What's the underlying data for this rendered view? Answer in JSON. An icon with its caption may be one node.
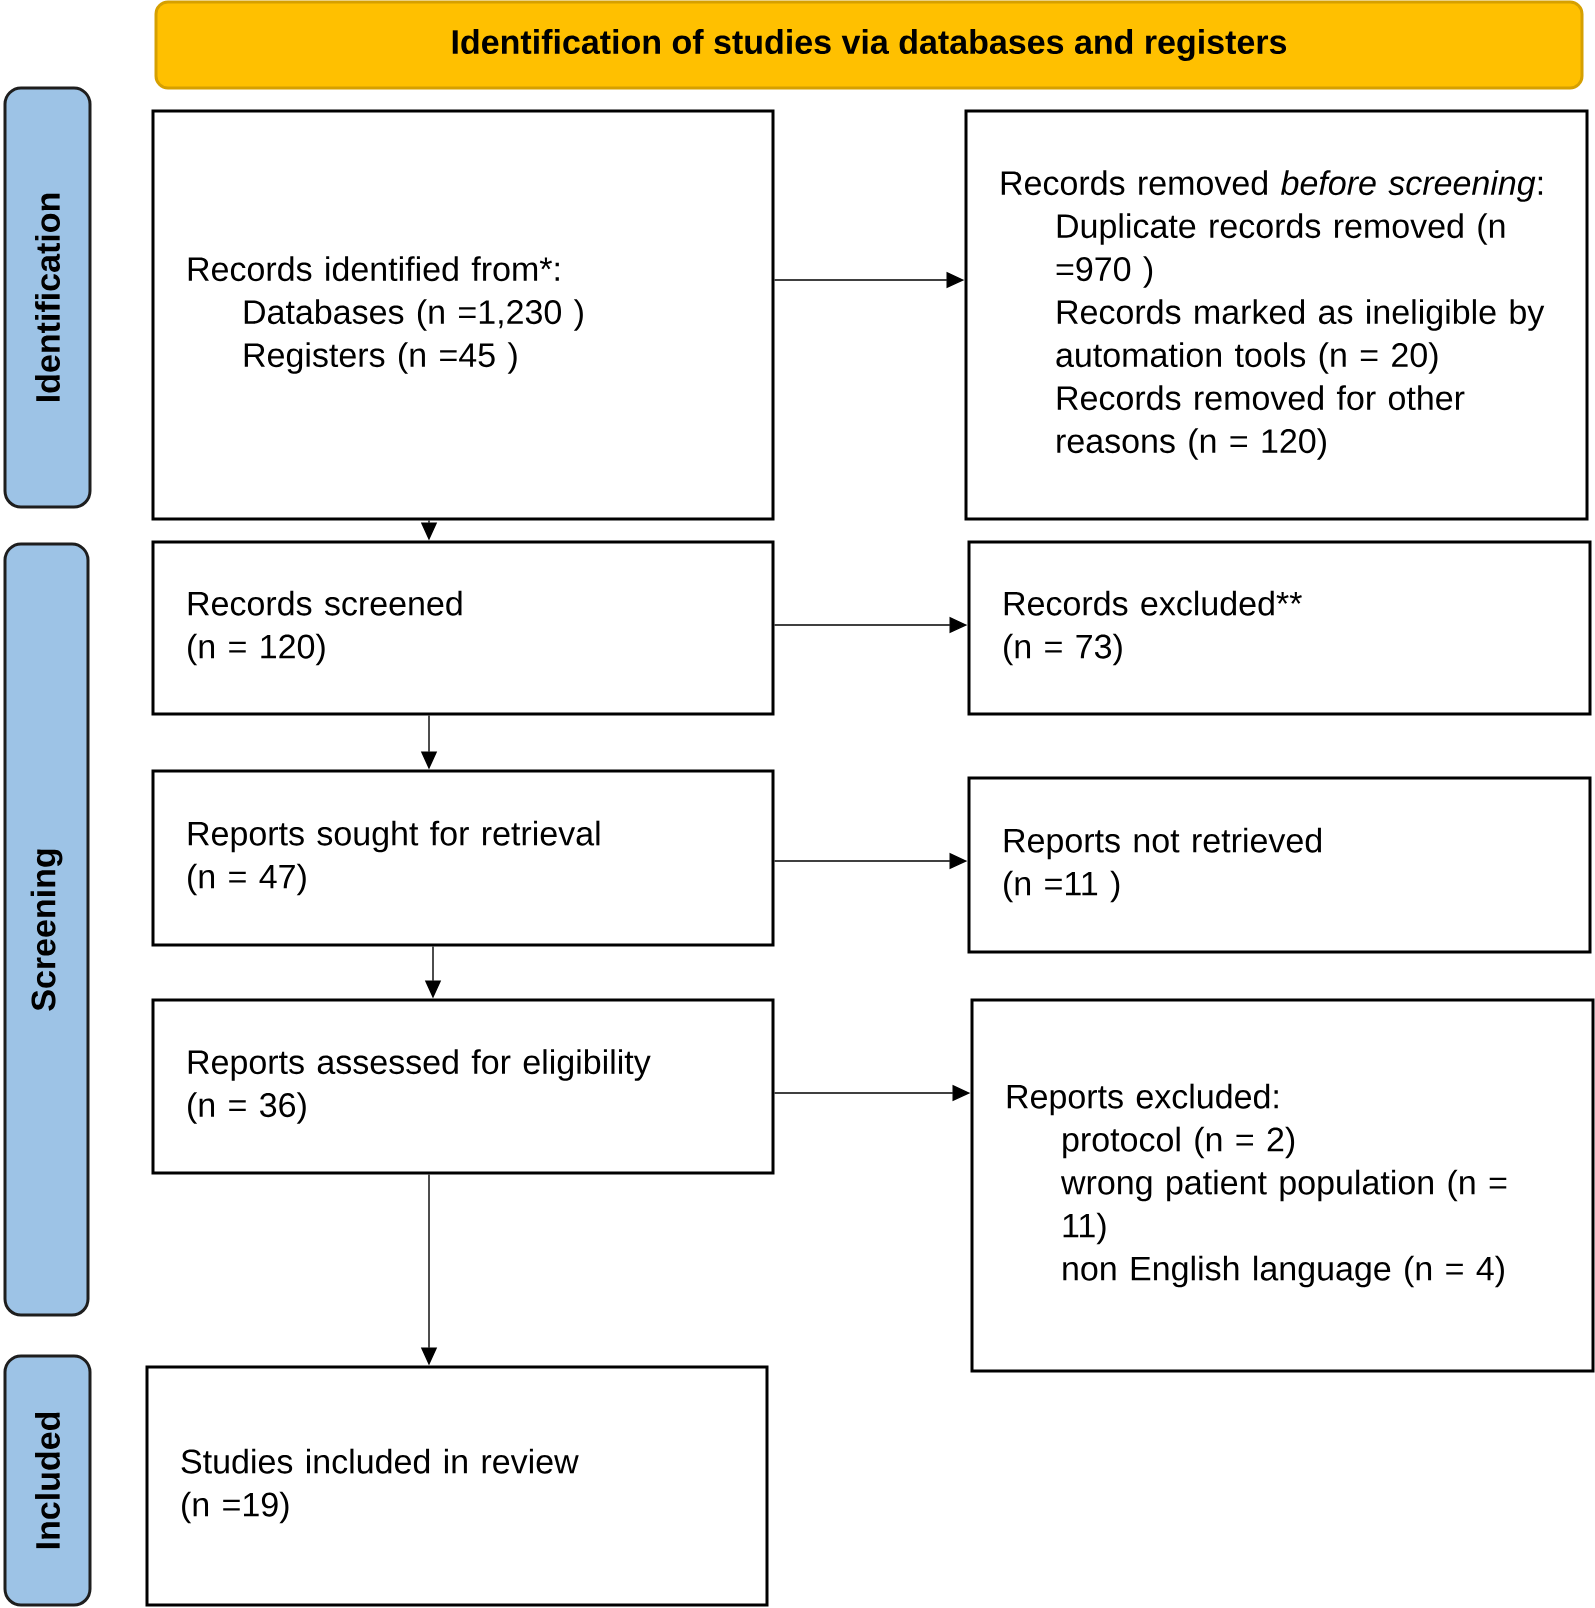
{
  "diagram": {
    "nodes": [
      {
        "text": [
          "Identification of studies via databases and registers"
        ]
      },
      {
        "text": [
          "Identification"
        ]
      },
      {
        "text": [
          "Screening"
        ]
      },
      {
        "text": [
          "Included"
        ]
      },
      {
        "text": [
          "Records identified from*:",
          "Databases (n =1,230 )",
          "Registers (n =45 )"
        ]
      },
      {
        "text": [
          "Records removed *before screening*:",
          "Duplicate records removed (n =970 )",
          "Records marked as ineligible by automation tools (n = 20)",
          "Records removed for other reasons (n = 120)"
        ]
      },
      {
        "text": [
          "Records screened",
          "(n = 120)"
        ]
      },
      {
        "text": [
          "Records excluded**",
          "(n = 73)"
        ]
      },
      {
        "text": [
          "Reports sought for retrieval",
          "(n = 47)"
        ]
      },
      {
        "text": [
          "Reports not retrieved",
          "(n =11 )"
        ]
      },
      {
        "text": [
          "Reports assessed for eligibility",
          "(n = 36)"
        ]
      },
      {
        "text": [
          "Reports excluded:",
          "protocol  (n = 2)",
          "wrong patient population (n = 11)",
          "non English language (n = 4)"
        ]
      },
      {
        "text": [
          "Studies included in review",
          "(n =19)"
        ]
      }
    ],
    "edges": [
      {
        "from": 4,
        "to": 5,
        "arrow": "to"
      },
      {
        "from": 4,
        "to": 6,
        "arrow": "to"
      },
      {
        "from": 6,
        "to": 7,
        "arrow": "to"
      },
      {
        "from": 6,
        "to": 8,
        "arrow": "to"
      },
      {
        "from": 8,
        "to": 9,
        "arrow": "to"
      },
      {
        "from": 8,
        "to": 10,
        "arrow": "to"
      },
      {
        "from": 10,
        "to": 11,
        "arrow": "to"
      },
      {
        "from": 10,
        "to": 12,
        "arrow": "to"
      }
    ]
  }
}
